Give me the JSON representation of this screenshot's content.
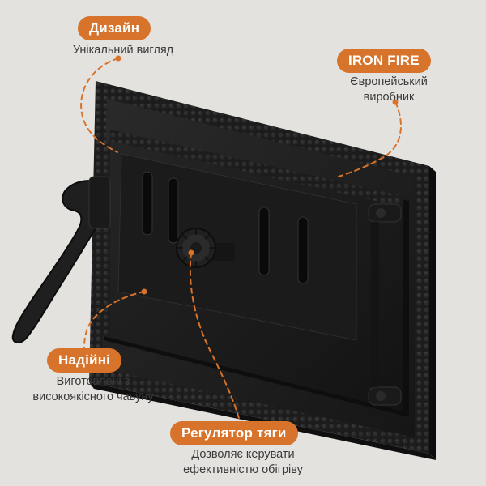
{
  "colors": {
    "background": "#e4e2df",
    "accent": "#d8732b",
    "badge_text": "#ffffff",
    "caption_text": "#3a3a3a",
    "cast_iron": "#1e1e1e"
  },
  "callouts": {
    "design": {
      "title": "Дизайн",
      "lines": [
        "Унікальний вигляд"
      ]
    },
    "brand": {
      "title": "IRON FIRE",
      "lines": [
        "Європейський",
        "виробник"
      ]
    },
    "reliable": {
      "title": "Надійні",
      "lines": [
        "Виготовлені з",
        "високоякісного чавуну"
      ]
    },
    "regulator": {
      "title": "Регулятор тяги",
      "lines": [
        "Дозволяє керувати",
        "ефективністю обігріву"
      ]
    }
  },
  "product": {
    "image_name": "cast-iron-ash-door-with-draft-regulator"
  }
}
